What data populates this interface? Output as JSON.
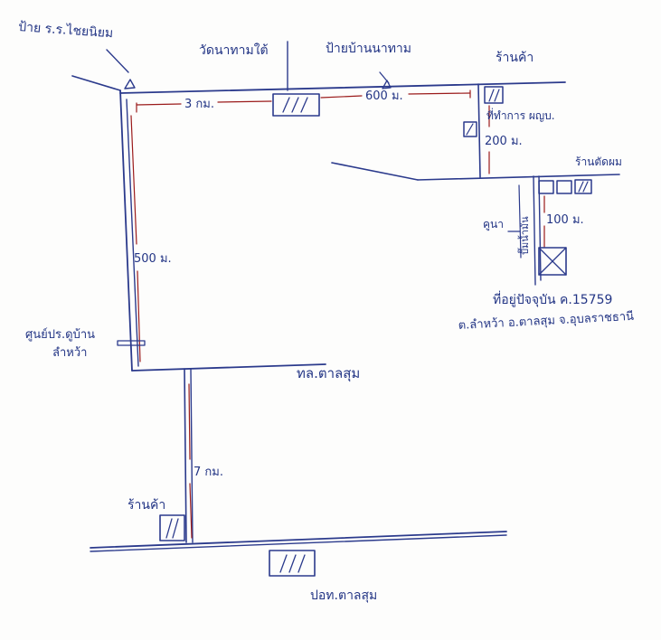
{
  "labels": {
    "sign_top_left": "ป้าย ร.ร.ไชยนิยม",
    "temple": "วัดนาทามใต้",
    "village_sign": "ป้ายบ้านนาทาม",
    "shop_top_right": "ร้านค้า",
    "tambon_office": "ที่ทำการ ผญบ.",
    "barber_shop": "ร้านตัดผม",
    "pond": "คูนา",
    "gas_station": "ปั๊มน้ำมัน",
    "target_house_line1": "ที่อยู่ปัจจุบัน ค.15759",
    "target_house_line2": "ต.ลำหว้า อ.ตาลสุม จ.อุบลราชธานี",
    "health_center_line1": "ศูนย์ปร.ดูบ้าน",
    "health_center_line2": "ลำหว้า",
    "highway": "ทล.ตาลสุม",
    "shop_bottom_left": "ร้านค้า",
    "district_office": "ปอท.ตาลสุม"
  },
  "distances": {
    "top_left_segment": "3 กม.",
    "top_right_segment": "600 ม.",
    "right_vertical": "200 ม.",
    "near_house": "100 ม.",
    "left_vertical": "500 ม.",
    "bottom_vertical": "7 กม."
  },
  "colors": {
    "ink": "#2b3a8c",
    "distance_marker": "#9b1b1b"
  }
}
